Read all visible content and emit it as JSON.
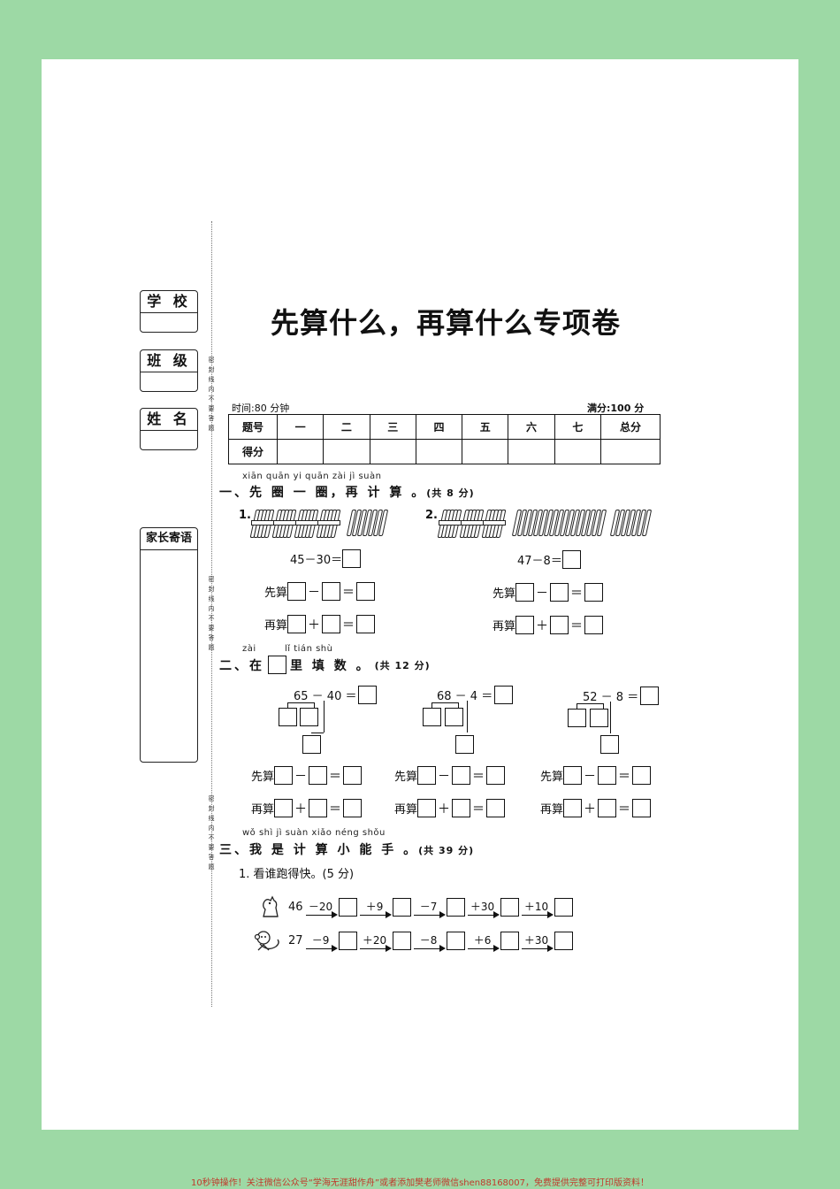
{
  "page": {
    "title": "先算什么，再算什么专项卷"
  },
  "sidebar": {
    "school": "学 校",
    "class": "班 级",
    "name": "姓 名",
    "parent_note": "家长寄语",
    "seal_text": "密封线内不要答题"
  },
  "meta": {
    "time": "时间:80 分钟",
    "full_score": "满分:100 分"
  },
  "score_table": {
    "row1": [
      "题号",
      "一",
      "二",
      "三",
      "四",
      "五",
      "六",
      "七",
      "总分"
    ],
    "row2_label": "得分"
  },
  "section1": {
    "pinyin": "xiān quān yi quān   zài jì suàn",
    "title": "一、先 圈 一 圈，再 计 算 。",
    "points": "(共 8 分)",
    "q1": {
      "num": "1.",
      "equation": "45－30＝",
      "first": "先算",
      "then": "再算"
    },
    "q2": {
      "num": "2.",
      "equation": "47－8＝",
      "first": "先算",
      "then": "再算"
    }
  },
  "section2": {
    "pinyin_a": "zài",
    "pinyin_b": "lǐ tián shù",
    "title_a": "二、在",
    "title_b": "里 填 数 。",
    "points": "(共 12 分)",
    "problems": [
      {
        "equation": "65 － 40 ＝",
        "first": "先算",
        "then": "再算"
      },
      {
        "equation": "68 － 4 ＝",
        "first": "先算",
        "then": "再算"
      },
      {
        "equation": "52 － 8 ＝",
        "first": "先算",
        "then": "再算"
      }
    ]
  },
  "section3": {
    "pinyin": "wǒ shì  jì  suàn xiǎo néng shǒu",
    "title": "三、我 是 计 算 小 能 手 。",
    "points": "(共 39 分)",
    "q1": "1. 看谁跑得快。(5 分)",
    "row1": {
      "start": "46",
      "steps": [
        "－20",
        "＋9",
        "－7",
        "＋30",
        "＋10"
      ]
    },
    "row2": {
      "start": "27",
      "steps": [
        "－9",
        "＋20",
        "－8",
        "＋6",
        "＋30"
      ]
    }
  },
  "footer": {
    "text": "10秒钟操作！关注微信公众号“学海无涯甜作舟”或者添加樊老师微信shen88168007，免费提供完整可打印版资料！"
  }
}
